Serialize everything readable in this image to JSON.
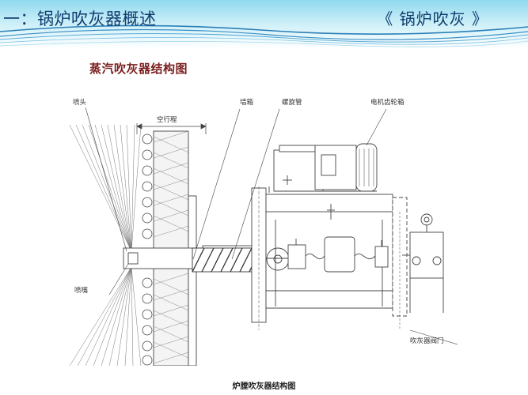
{
  "slide": {
    "title": "一：锅炉吹灰器概述",
    "section": "《 锅炉吹灰 》",
    "subtitle": "蒸汽吹灰器结构图",
    "caption": "炉膛吹灰器结构图"
  },
  "diagram": {
    "labels": {
      "nozzle_head": "喷头",
      "stroke": "空行程",
      "wall_box": "墙箱",
      "spiral_tube": "螺旋管",
      "motor_gearbox": "电机齿轮箱",
      "nozzle": "喷嘴",
      "valve": "吹灰器阀门"
    }
  },
  "colors": {
    "banner_light": "#c9eef8",
    "banner_dark": "#2a7fb8",
    "title_text": "#0f3d6e",
    "subtitle_text": "#7a1f1f"
  }
}
